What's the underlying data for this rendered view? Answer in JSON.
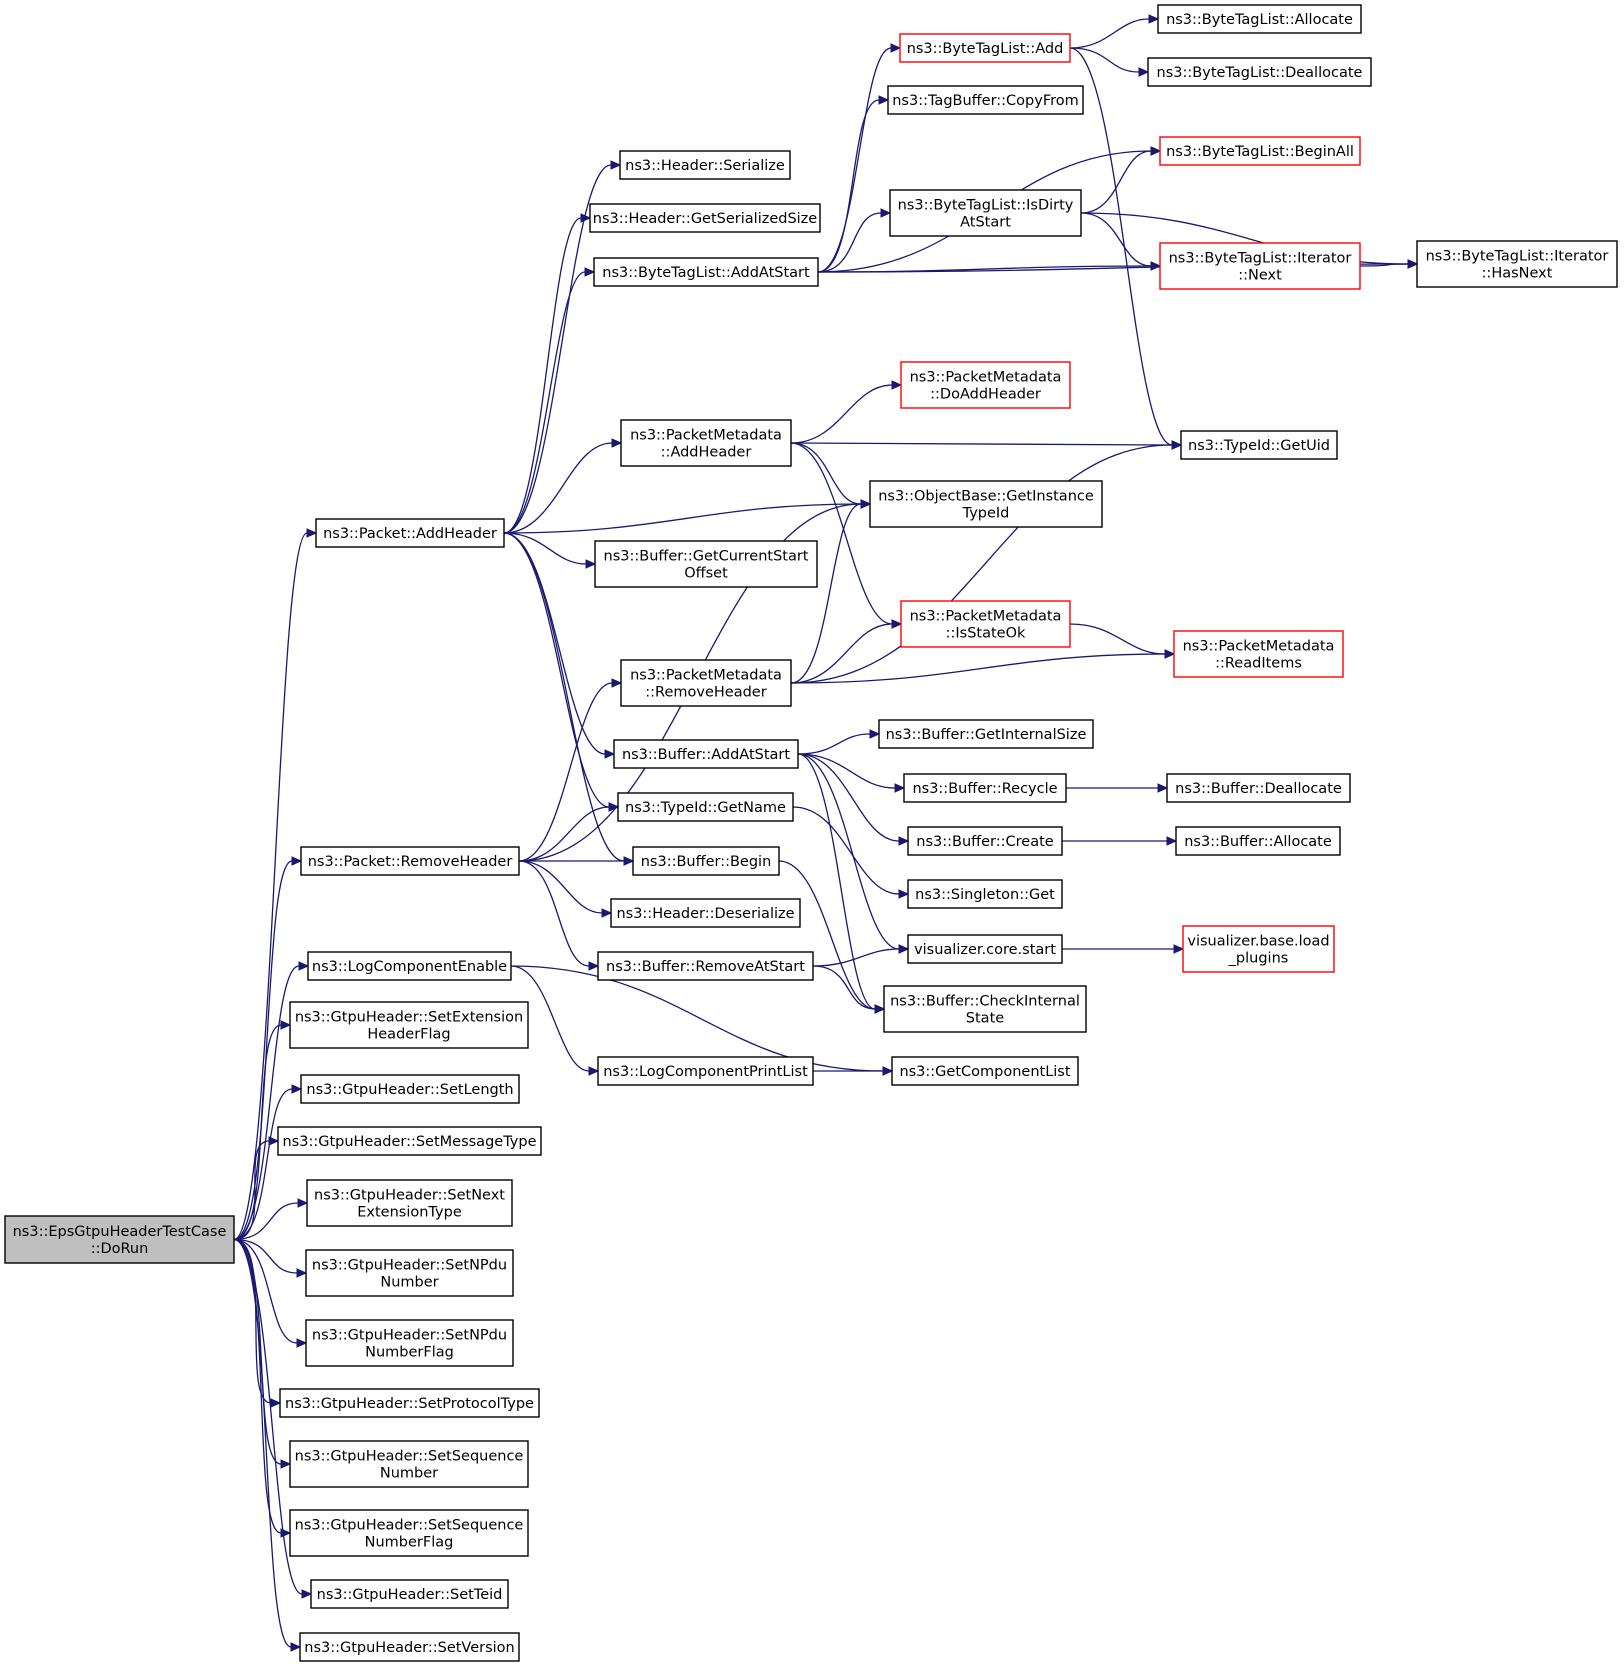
{
  "colors": {
    "edge": "#191970",
    "node_border": "#000000",
    "node_border_truncated": "#ff0000",
    "root_fill": "#bfbfbf",
    "node_fill": "#ffffff"
  },
  "root": "dorun",
  "nodes": [
    {
      "id": "dorun",
      "lines": [
        "ns3::EpsGtpuHeaderTestCase",
        "::DoRun"
      ],
      "style": "root"
    },
    {
      "id": "p_addheader",
      "lines": [
        "ns3::Packet::AddHeader"
      ],
      "style": "normal"
    },
    {
      "id": "p_removeheader",
      "lines": [
        "ns3::Packet::RemoveHeader"
      ],
      "style": "normal"
    },
    {
      "id": "logenable",
      "lines": [
        "ns3::LogComponentEnable"
      ],
      "style": "normal"
    },
    {
      "id": "g_setext",
      "lines": [
        "ns3::GtpuHeader::SetExtension",
        "HeaderFlag"
      ],
      "style": "normal"
    },
    {
      "id": "g_setlength",
      "lines": [
        "ns3::GtpuHeader::SetLength"
      ],
      "style": "normal"
    },
    {
      "id": "g_setmsgtype",
      "lines": [
        "ns3::GtpuHeader::SetMessageType"
      ],
      "style": "normal"
    },
    {
      "id": "g_setnextext",
      "lines": [
        "ns3::GtpuHeader::SetNext",
        "ExtensionType"
      ],
      "style": "normal"
    },
    {
      "id": "g_setnpdu",
      "lines": [
        "ns3::GtpuHeader::SetNPdu",
        "Number"
      ],
      "style": "normal"
    },
    {
      "id": "g_setnpduflag",
      "lines": [
        "ns3::GtpuHeader::SetNPdu",
        "NumberFlag"
      ],
      "style": "normal"
    },
    {
      "id": "g_setproto",
      "lines": [
        "ns3::GtpuHeader::SetProtocolType"
      ],
      "style": "normal"
    },
    {
      "id": "g_setseq",
      "lines": [
        "ns3::GtpuHeader::SetSequence",
        "Number"
      ],
      "style": "normal"
    },
    {
      "id": "g_setseqflag",
      "lines": [
        "ns3::GtpuHeader::SetSequence",
        "NumberFlag"
      ],
      "style": "normal"
    },
    {
      "id": "g_setteid",
      "lines": [
        "ns3::GtpuHeader::SetTeid"
      ],
      "style": "normal"
    },
    {
      "id": "g_setversion",
      "lines": [
        "ns3::GtpuHeader::SetVersion"
      ],
      "style": "normal"
    },
    {
      "id": "h_serialize",
      "lines": [
        "ns3::Header::Serialize"
      ],
      "style": "normal"
    },
    {
      "id": "h_getsersize",
      "lines": [
        "ns3::Header::GetSerializedSize"
      ],
      "style": "normal"
    },
    {
      "id": "btl_addatstart",
      "lines": [
        "ns3::ByteTagList::AddAtStart"
      ],
      "style": "normal"
    },
    {
      "id": "pm_addheader",
      "lines": [
        "ns3::PacketMetadata",
        "::AddHeader"
      ],
      "style": "normal"
    },
    {
      "id": "b_getcurstart",
      "lines": [
        "ns3::Buffer::GetCurrentStart",
        "Offset"
      ],
      "style": "normal"
    },
    {
      "id": "pm_removeheader",
      "lines": [
        "ns3::PacketMetadata",
        "::RemoveHeader"
      ],
      "style": "normal"
    },
    {
      "id": "b_addatstart",
      "lines": [
        "ns3::Buffer::AddAtStart"
      ],
      "style": "normal"
    },
    {
      "id": "tid_getname",
      "lines": [
        "ns3::TypeId::GetName"
      ],
      "style": "normal"
    },
    {
      "id": "b_begin",
      "lines": [
        "ns3::Buffer::Begin"
      ],
      "style": "normal"
    },
    {
      "id": "h_deserialize",
      "lines": [
        "ns3::Header::Deserialize"
      ],
      "style": "normal"
    },
    {
      "id": "b_removeatstart",
      "lines": [
        "ns3::Buffer::RemoveAtStart"
      ],
      "style": "normal"
    },
    {
      "id": "logprintlist",
      "lines": [
        "ns3::LogComponentPrintList"
      ],
      "style": "normal"
    },
    {
      "id": "btl_add",
      "lines": [
        "ns3::ByteTagList::Add"
      ],
      "style": "truncated"
    },
    {
      "id": "tagbuf_copyfrom",
      "lines": [
        "ns3::TagBuffer::CopyFrom"
      ],
      "style": "normal"
    },
    {
      "id": "btl_isdirty",
      "lines": [
        "ns3::ByteTagList::IsDirty",
        "AtStart"
      ],
      "style": "normal"
    },
    {
      "id": "pm_doaddheader",
      "lines": [
        "ns3::PacketMetadata",
        "::DoAddHeader"
      ],
      "style": "truncated"
    },
    {
      "id": "ob_getinst",
      "lines": [
        "ns3::ObjectBase::GetInstance",
        "TypeId"
      ],
      "style": "normal"
    },
    {
      "id": "pm_isstateok",
      "lines": [
        "ns3::PacketMetadata",
        "::IsStateOk"
      ],
      "style": "truncated"
    },
    {
      "id": "b_getinternalsize",
      "lines": [
        "ns3::Buffer::GetInternalSize"
      ],
      "style": "normal"
    },
    {
      "id": "b_recycle",
      "lines": [
        "ns3::Buffer::Recycle"
      ],
      "style": "normal"
    },
    {
      "id": "b_create",
      "lines": [
        "ns3::Buffer::Create"
      ],
      "style": "normal"
    },
    {
      "id": "singleton_get",
      "lines": [
        "ns3::Singleton::Get"
      ],
      "style": "normal"
    },
    {
      "id": "vis_start",
      "lines": [
        "visualizer.core.start"
      ],
      "style": "normal"
    },
    {
      "id": "b_checkinternal",
      "lines": [
        "ns3::Buffer::CheckInternal",
        "State"
      ],
      "style": "normal"
    },
    {
      "id": "getcomplist",
      "lines": [
        "ns3::GetComponentList"
      ],
      "style": "normal"
    },
    {
      "id": "btl_allocate",
      "lines": [
        "ns3::ByteTagList::Allocate"
      ],
      "style": "normal"
    },
    {
      "id": "btl_deallocate",
      "lines": [
        "ns3::ByteTagList::Deallocate"
      ],
      "style": "normal"
    },
    {
      "id": "btl_beginall",
      "lines": [
        "ns3::ByteTagList::BeginAll"
      ],
      "style": "truncated"
    },
    {
      "id": "btl_iter_next",
      "lines": [
        "ns3::ByteTagList::Iterator",
        "::Next"
      ],
      "style": "truncated"
    },
    {
      "id": "tid_getuid",
      "lines": [
        "ns3::TypeId::GetUid"
      ],
      "style": "normal"
    },
    {
      "id": "pm_readitems",
      "lines": [
        "ns3::PacketMetadata",
        "::ReadItems"
      ],
      "style": "truncated"
    },
    {
      "id": "b_deallocate",
      "lines": [
        "ns3::Buffer::Deallocate"
      ],
      "style": "normal"
    },
    {
      "id": "b_allocate",
      "lines": [
        "ns3::Buffer::Allocate"
      ],
      "style": "normal"
    },
    {
      "id": "vis_loadplugins",
      "lines": [
        "visualizer.base.load",
        "_plugins"
      ],
      "style": "truncated"
    },
    {
      "id": "btl_iter_hasnext",
      "lines": [
        "ns3::ByteTagList::Iterator",
        "::HasNext"
      ],
      "style": "normal"
    }
  ],
  "edges": [
    [
      "dorun",
      "p_addheader"
    ],
    [
      "dorun",
      "p_removeheader"
    ],
    [
      "dorun",
      "logenable"
    ],
    [
      "dorun",
      "g_setext"
    ],
    [
      "dorun",
      "g_setlength"
    ],
    [
      "dorun",
      "g_setmsgtype"
    ],
    [
      "dorun",
      "g_setnextext"
    ],
    [
      "dorun",
      "g_setnpdu"
    ],
    [
      "dorun",
      "g_setnpduflag"
    ],
    [
      "dorun",
      "g_setproto"
    ],
    [
      "dorun",
      "g_setseq"
    ],
    [
      "dorun",
      "g_setseqflag"
    ],
    [
      "dorun",
      "g_setteid"
    ],
    [
      "dorun",
      "g_setversion"
    ],
    [
      "p_addheader",
      "h_serialize"
    ],
    [
      "p_addheader",
      "h_getsersize"
    ],
    [
      "p_addheader",
      "btl_addatstart"
    ],
    [
      "p_addheader",
      "pm_addheader"
    ],
    [
      "p_addheader",
      "ob_getinst"
    ],
    [
      "p_addheader",
      "b_getcurstart"
    ],
    [
      "p_addheader",
      "b_addatstart"
    ],
    [
      "p_addheader",
      "tid_getname"
    ],
    [
      "p_addheader",
      "b_begin"
    ],
    [
      "p_removeheader",
      "pm_removeheader"
    ],
    [
      "p_removeheader",
      "ob_getinst"
    ],
    [
      "p_removeheader",
      "tid_getname"
    ],
    [
      "p_removeheader",
      "b_begin"
    ],
    [
      "p_removeheader",
      "h_deserialize"
    ],
    [
      "p_removeheader",
      "b_removeatstart"
    ],
    [
      "logenable",
      "logprintlist"
    ],
    [
      "logenable",
      "getcomplist"
    ],
    [
      "btl_addatstart",
      "btl_add"
    ],
    [
      "btl_addatstart",
      "tagbuf_copyfrom"
    ],
    [
      "btl_addatstart",
      "btl_beginall"
    ],
    [
      "btl_addatstart",
      "btl_isdirty"
    ],
    [
      "btl_addatstart",
      "btl_iter_next"
    ],
    [
      "btl_addatstart",
      "btl_iter_hasnext"
    ],
    [
      "btl_add",
      "btl_allocate"
    ],
    [
      "btl_add",
      "btl_deallocate"
    ],
    [
      "btl_add",
      "tid_getuid"
    ],
    [
      "btl_isdirty",
      "btl_beginall"
    ],
    [
      "btl_isdirty",
      "btl_iter_next"
    ],
    [
      "btl_isdirty",
      "btl_iter_hasnext"
    ],
    [
      "btl_iter_next",
      "btl_iter_hasnext"
    ],
    [
      "pm_addheader",
      "pm_doaddheader"
    ],
    [
      "pm_addheader",
      "tid_getuid"
    ],
    [
      "pm_addheader",
      "ob_getinst"
    ],
    [
      "pm_addheader",
      "pm_isstateok"
    ],
    [
      "pm_removeheader",
      "ob_getinst"
    ],
    [
      "pm_removeheader",
      "tid_getuid"
    ],
    [
      "pm_removeheader",
      "pm_isstateok"
    ],
    [
      "pm_removeheader",
      "pm_readitems"
    ],
    [
      "pm_isstateok",
      "pm_readitems"
    ],
    [
      "b_addatstart",
      "b_getinternalsize"
    ],
    [
      "b_addatstart",
      "b_recycle"
    ],
    [
      "b_addatstart",
      "b_create"
    ],
    [
      "b_addatstart",
      "vis_start"
    ],
    [
      "b_addatstart",
      "b_checkinternal"
    ],
    [
      "b_recycle",
      "b_deallocate"
    ],
    [
      "b_create",
      "b_allocate"
    ],
    [
      "tid_getname",
      "singleton_get"
    ],
    [
      "b_begin",
      "b_checkinternal"
    ],
    [
      "b_removeatstart",
      "vis_start"
    ],
    [
      "b_removeatstart",
      "b_checkinternal"
    ],
    [
      "vis_start",
      "vis_loadplugins"
    ],
    [
      "logprintlist",
      "getcomplist"
    ]
  ]
}
